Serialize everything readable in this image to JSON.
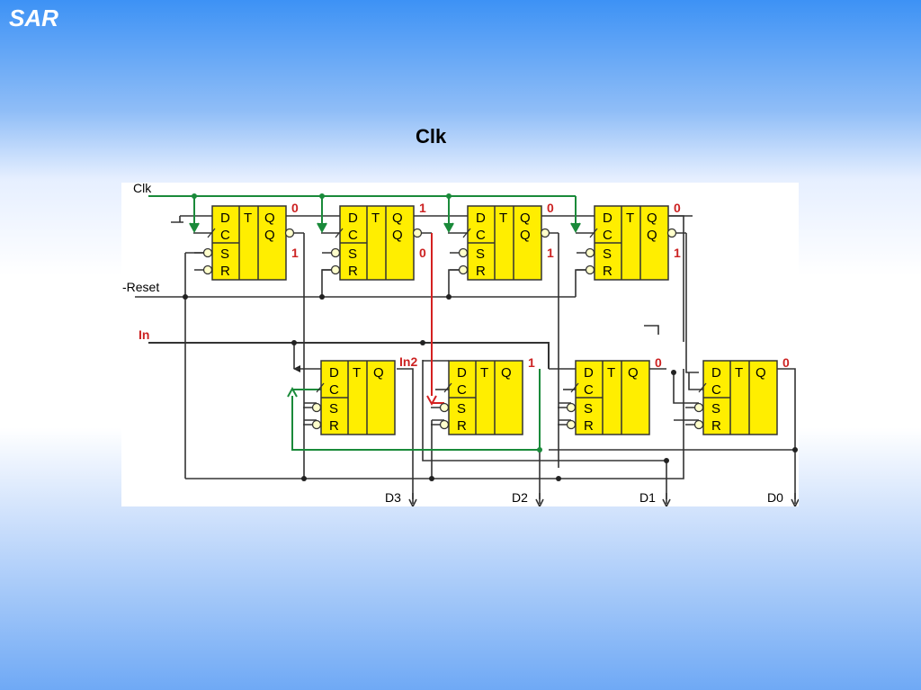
{
  "slide": {
    "title": "SAR",
    "heading": "Clk"
  },
  "signals": {
    "clk": "Clk",
    "reset": "-Reset",
    "in": "In",
    "in2": "In2"
  },
  "outputs": [
    "D3",
    "D2",
    "D1",
    "D0"
  ],
  "pins": {
    "d": "D",
    "c": "C",
    "s": "S",
    "r": "R",
    "t": "T",
    "q": "Q"
  },
  "top_register": {
    "q_values": [
      "0",
      "1",
      "0",
      "0"
    ],
    "qbar_values": [
      "1",
      "0",
      "1",
      "1"
    ]
  },
  "bottom_register": {
    "q_values": [
      "",
      "1",
      "0",
      "0"
    ]
  },
  "colors": {
    "flipflop_fill": "#ffee00",
    "clock_wire": "#1a8a3a",
    "highlight_wire": "#d42020",
    "state_text": "#cc2222"
  }
}
